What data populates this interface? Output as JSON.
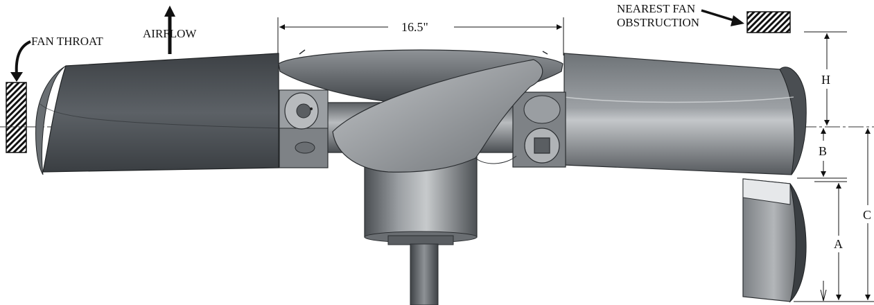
{
  "labels": {
    "fan_throat": "FAN THROAT",
    "airflow": "AIRFLOW",
    "width_dimension": "16.5\"",
    "nearest_line1": "NEAREST FAN",
    "nearest_line2": "OBSTRUCTION",
    "dim_h": "H",
    "dim_b": "B",
    "dim_c": "C",
    "dim_a": "A"
  },
  "colors": {
    "blade_dark": "#555a5f",
    "blade_light": "#8a8e92",
    "hub_mid": "#7a7e82",
    "hatch": "#111111"
  }
}
